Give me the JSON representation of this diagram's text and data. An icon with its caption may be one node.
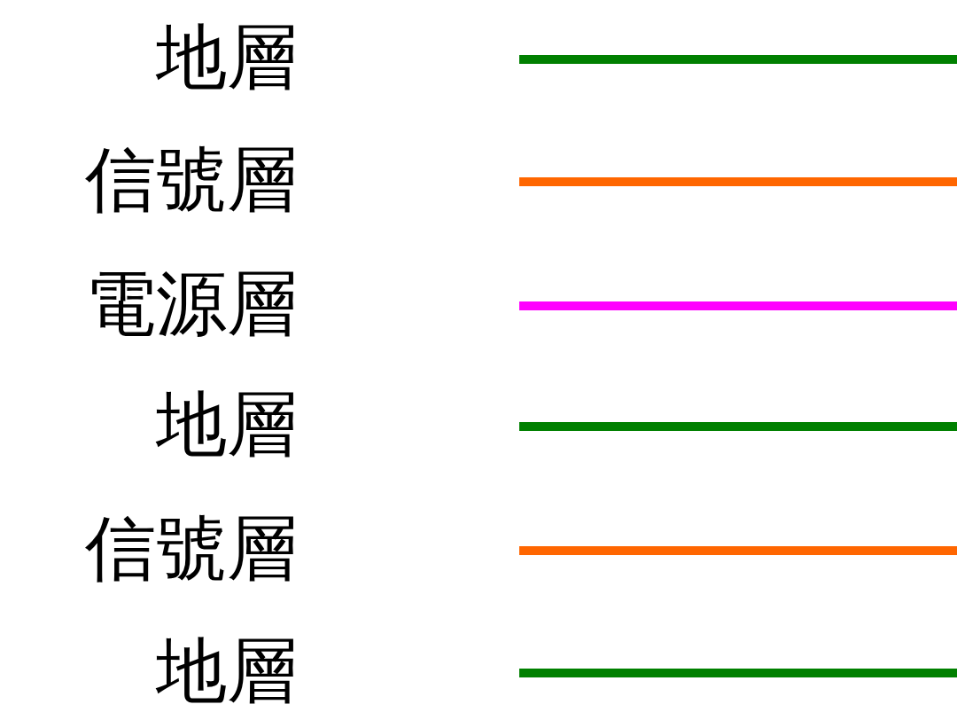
{
  "diagram": {
    "legend": [
      {
        "text": "地層",
        "color": "#008000"
      },
      {
        "text": "信號層",
        "color": "#ff6600"
      },
      {
        "text": "電源層",
        "color": "#ff00ff"
      },
      {
        "text": "地層",
        "color": "#008000"
      },
      {
        "text": "信號層",
        "color": "#ff6600"
      },
      {
        "text": "地層",
        "color": "#008000"
      }
    ]
  }
}
